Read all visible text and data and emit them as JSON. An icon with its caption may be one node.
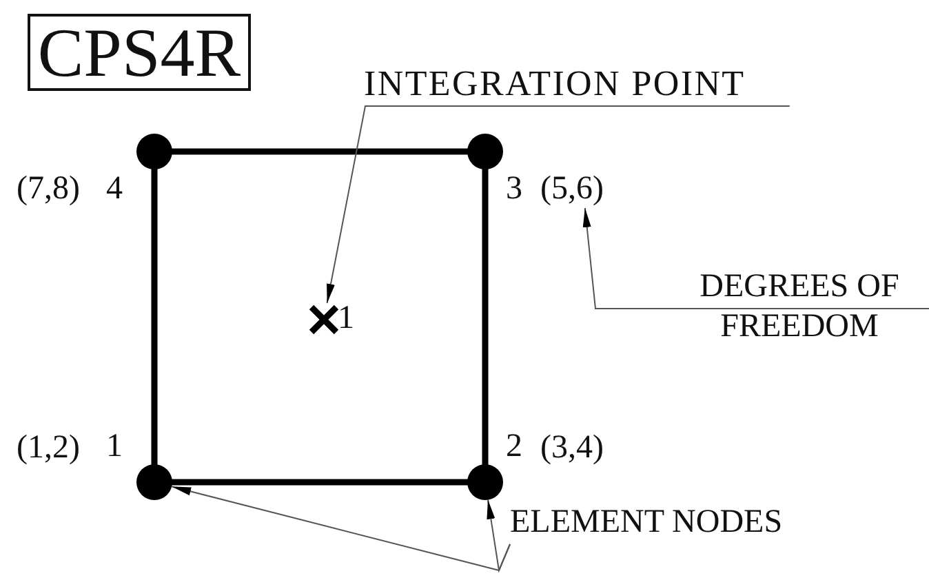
{
  "diagram": {
    "nodes": [
      {
        "text": [
          "CPS4R"
        ]
      },
      {
        "text": [
          "INTEGRATION POINT"
        ]
      },
      {
        "text": [
          "(7,8)"
        ]
      },
      {
        "text": [
          "(5,6)"
        ]
      },
      {
        "text": [],
        "shape": "circle",
        "beside": [
          "4"
        ]
      },
      {
        "text": [],
        "shape": "circle",
        "beside": [
          "3"
        ]
      },
      {
        "text": [],
        "shape": "cross",
        "beside": [
          "1"
        ]
      },
      {
        "text": [
          "DEGREES OF FREEDOM"
        ]
      },
      {
        "text": [
          "(1,2)"
        ]
      },
      {
        "text": [
          "(3,4)"
        ]
      },
      {
        "text": [],
        "shape": "circle",
        "beside": [
          "1"
        ]
      },
      {
        "text": [],
        "shape": "circle",
        "beside": [
          "2"
        ]
      },
      {
        "text": [
          "ELEMENT NODES"
        ]
      }
    ],
    "edges": [
      {
        "from": 4,
        "to": 5,
        "arrow": "none",
        "style": "thick"
      },
      {
        "from": 5,
        "to": 11,
        "arrow": "none",
        "style": "thick"
      },
      {
        "from": 11,
        "to": 10,
        "arrow": "none",
        "style": "thick"
      },
      {
        "from": 10,
        "to": 4,
        "arrow": "none",
        "style": "thick"
      },
      {
        "from": 1,
        "to": 6,
        "arrow": "to"
      },
      {
        "from": 7,
        "to": 3,
        "arrow": "to"
      },
      {
        "from": 12,
        "to": 10,
        "arrow": "to"
      },
      {
        "from": 12,
        "to": 11,
        "arrow": "to"
      }
    ]
  }
}
